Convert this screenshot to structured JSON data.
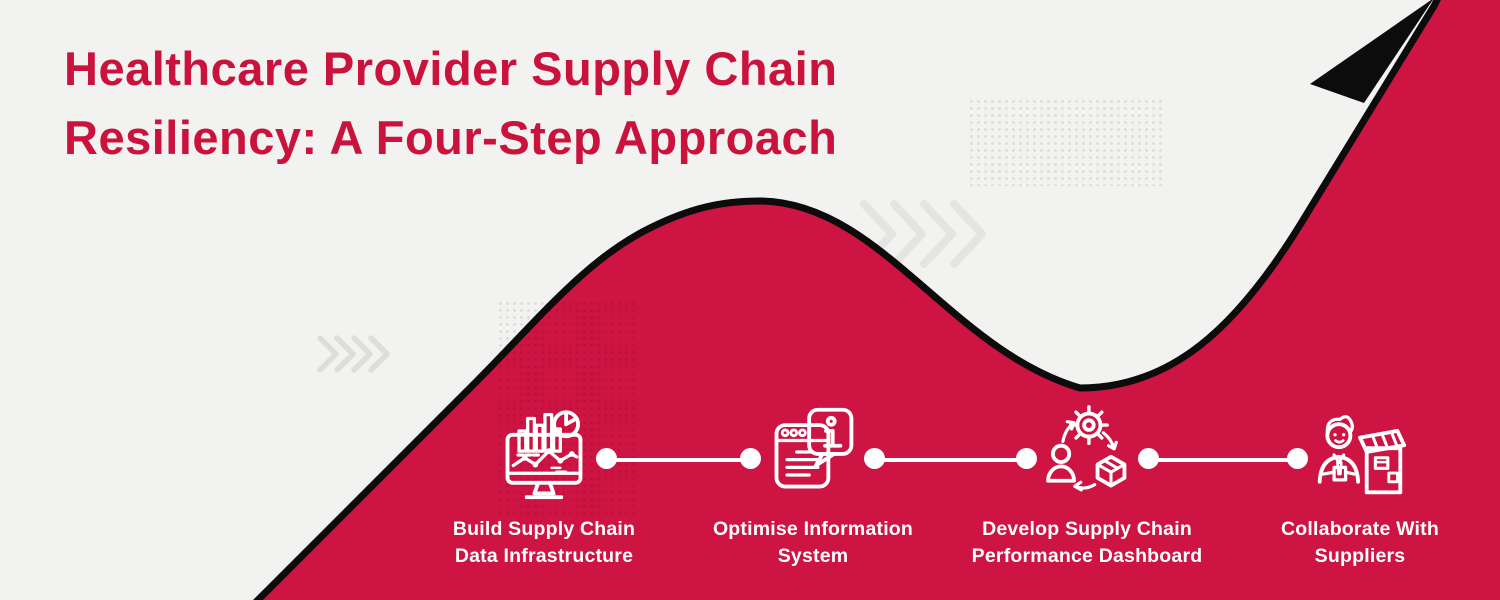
{
  "infographic": {
    "title_line1": "Healthcare Provider Supply Chain",
    "title_line2": "Resiliency: A Four-Step Approach"
  },
  "steps": [
    {
      "label": "Build Supply Chain\nData Infrastructure",
      "icon": "analytics-monitor-icon"
    },
    {
      "label": "Optimise Information\nSystem",
      "icon": "information-system-icon"
    },
    {
      "label": "Develop Supply Chain\nPerformance Dashboard",
      "icon": "process-cycle-icon"
    },
    {
      "label": "Collaborate With\nSuppliers",
      "icon": "supplier-store-icon"
    }
  ],
  "colors": {
    "background": "#F2F2F1",
    "accent_red": "#CE1443",
    "title_red": "#C9123C",
    "outline_black": "#0C0C0C",
    "icon_white": "#FFFFFF"
  }
}
